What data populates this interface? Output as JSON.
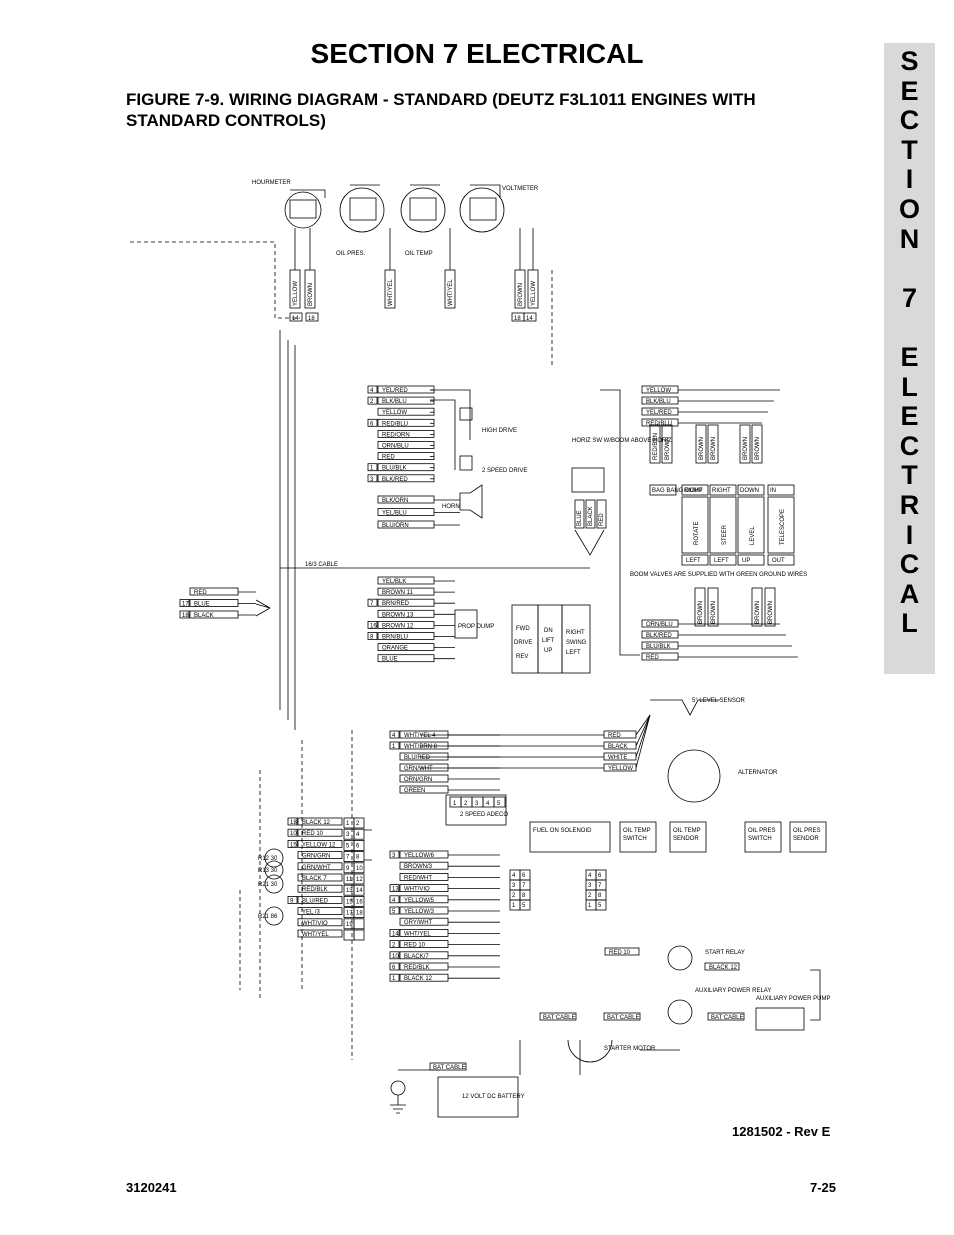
{
  "header": {
    "section_title": "SECTION 7  ELECTRICAL",
    "figure_caption": "FIGURE 7-9.    WIRING DIAGRAM - STANDARD (DEUTZ F3L1011 ENGINES WITH STANDARD CONTROLS)"
  },
  "side_tab": {
    "letters": [
      "S",
      "E",
      "C",
      "T",
      "I",
      "O",
      "N",
      "",
      "7",
      "",
      "E",
      "L",
      "E",
      "C",
      "T",
      "R",
      "I",
      "C",
      "A",
      "L"
    ]
  },
  "diagram": {
    "gauges": {
      "hourmeter": "HOURMETER",
      "voltmeter": "VOLTMETER",
      "oil_pres": "OIL PRES.",
      "oil_temp": "OIL TEMP"
    },
    "gauge_wires": [
      "YELLOW",
      "BROWN",
      "WHT/YEL",
      "WHT/YEL",
      "BROWN",
      "YELLOW"
    ],
    "gauge_terminals": [
      "14",
      "18",
      "18",
      "14"
    ],
    "upper_left_wires": [
      {
        "num": "4",
        "label": "YEL/RED"
      },
      {
        "num": "2",
        "label": "BLK/BLU"
      },
      {
        "num": "",
        "label": "YELLOW"
      },
      {
        "num": "6",
        "label": "RED/BLU"
      },
      {
        "num": "",
        "label": "RED/ORN"
      },
      {
        "num": "",
        "label": "ORN/BLU"
      },
      {
        "num": "",
        "label": "RED"
      },
      {
        "num": "1",
        "label": "BLU/BLK"
      },
      {
        "num": "3",
        "label": "BLK/RED"
      }
    ],
    "drive_labels": {
      "high_drive": "HIGH DRIVE",
      "two_speed": "2 SPEED DRIVE",
      "horn": "HORN"
    },
    "mid_wires": [
      {
        "num": "",
        "label": "BLK/ORN"
      },
      {
        "num": "",
        "label": "YEL/BLU"
      },
      {
        "num": "",
        "label": "BLU/ORN"
      }
    ],
    "cable_label": "16/3 CABLE",
    "rgb_wires": [
      {
        "num": "",
        "label": "RED"
      },
      {
        "num": "17",
        "label": "BLUE"
      },
      {
        "num": "18",
        "label": "BLACK"
      }
    ],
    "lower_left_wires": [
      {
        "num": "",
        "label": "YEL/BLK"
      },
      {
        "num": "",
        "label": "BROWN 11"
      },
      {
        "num": "7",
        "label": "BRN/RED"
      },
      {
        "num": "",
        "label": "BROWN 13"
      },
      {
        "num": "16",
        "label": "BROWN 12"
      },
      {
        "num": "8",
        "label": "BRN/BLU"
      },
      {
        "num": "",
        "label": "ORANGE"
      },
      {
        "num": "",
        "label": "BLUE"
      }
    ],
    "prop_dump": "PROP DUMP",
    "drive_switch": {
      "fwd": "FWD",
      "drive": "DRIVE",
      "rev": "REV",
      "dn": "DN",
      "lift": "LIFT",
      "up": "UP",
      "right": "RIGHT",
      "swing": "SWING",
      "left": "LEFT"
    },
    "right_wires": [
      "YELLOW",
      "BLK/BLU",
      "YEL/RED",
      "RED/BLU"
    ],
    "horiz_sw": "HORIZ SW W/BOOM ABOVE HORIZ",
    "horiz_wires": [
      "BLUE",
      "BLACK",
      "RED"
    ],
    "valve_top_wires": [
      "RED/BRN",
      "BROWN",
      "BROWN",
      "BROWN",
      "BROWN",
      "BROWN"
    ],
    "valves_top": [
      "BAG BANG DUMP",
      "RIGHT",
      "RIGHT",
      "DOWN",
      "IN"
    ],
    "valves_mid": [
      "ROTATE",
      "STEER",
      "LEVEL",
      "TELESCOPE"
    ],
    "valves_bottom": [
      "LEFT",
      "LEFT",
      "UP",
      "OUT"
    ],
    "valve_note": "BOOM VALVES ARE SUPPLIED WITH GREEN GROUND WIRES",
    "valve_bottom_wires": [
      "BROWN",
      "BROWN",
      "BROWN",
      "BROWN"
    ],
    "bottom_right_wires": [
      "ORN/BLU",
      "BLK/RED",
      "BLU/BLK",
      "RED"
    ],
    "level_sensor": "5° LEVEL SENSOR",
    "level_wires": [
      "RED",
      "BLACK",
      "WHITE",
      "YELLOW"
    ],
    "ground_wires": [
      {
        "num": "4",
        "label": "WHT/YEL 4"
      },
      {
        "num": "1",
        "label": "WHT/BRN 8"
      },
      {
        "num": "",
        "label": "BLU/RED"
      },
      {
        "num": "",
        "label": "GRN/WHT"
      },
      {
        "num": "",
        "label": "ORN/GRN"
      },
      {
        "num": "",
        "label": "GREEN"
      }
    ],
    "two_speed_adeco": "2 SPEED ADECO",
    "adeco_pins": [
      "1",
      "2",
      "3",
      "4",
      "5"
    ],
    "alternator": "ALTERNATOR",
    "components": [
      "FUEL ON SOLENOID",
      "OIL TEMP SWITCH",
      "OIL TEMP SENDOR",
      "OIL PRES SWITCH",
      "OIL PRES SENDOR"
    ],
    "terminal_left": [
      {
        "num": "18",
        "label": "BLACK 12"
      },
      {
        "num": "10",
        "label": "RED 10"
      },
      {
        "num": "15",
        "label": "YELLOW 12"
      },
      {
        "num": "",
        "label": "GRN/GRN"
      },
      {
        "num": "",
        "label": "GRN/WHT"
      },
      {
        "num": "",
        "label": "BLACK 7"
      },
      {
        "num": "",
        "label": "RED/BLK"
      },
      {
        "num": "9",
        "label": "BLU/RED"
      },
      {
        "num": "",
        "label": "YEL /3"
      },
      {
        "num": "",
        "label": "WHT/VIO"
      },
      {
        "num": "",
        "label": "WHT/YEL"
      }
    ],
    "terminal_numbers": [
      "1",
      "2",
      "3",
      "4",
      "5",
      "6",
      "7",
      "8",
      "9",
      "10",
      "11",
      "12",
      "13",
      "14",
      "15",
      "16",
      "17",
      "18",
      "19"
    ],
    "relay_labels": [
      "R12 30",
      "R13 30",
      "R21 30",
      "R21 86"
    ],
    "terminal_right": [
      {
        "num": "3",
        "label": "YELLOW/6"
      },
      {
        "num": "",
        "label": "BROWN/3"
      },
      {
        "num": "",
        "label": "RED/WHT"
      },
      {
        "num": "13",
        "label": "WHT/VIO"
      },
      {
        "num": "4",
        "label": "YELLOW/5"
      },
      {
        "num": "5",
        "label": "YELLOW/3"
      },
      {
        "num": "",
        "label": "GRY/WHT"
      },
      {
        "num": "14",
        "label": "WHT/YEL"
      },
      {
        "num": "2",
        "label": "RED 10"
      },
      {
        "num": "10",
        "label": "BLACK/7"
      },
      {
        "num": "6",
        "label": "RED/BLK"
      },
      {
        "num": "1",
        "label": "BLACK 12"
      }
    ],
    "plug_pins": [
      "4",
      "6",
      "3",
      "7",
      "2",
      "8",
      "1",
      "5"
    ],
    "start_relay": "START RELAY",
    "start_wires": [
      "RED 10",
      "BLACK 12"
    ],
    "aux_relay": "AUXILIARY POWER RELAY",
    "aux_pump": "AUXILIARY POWER PUMP",
    "bat_cables": [
      "BAT CABLE",
      "BAT CABLE",
      "BAT CABLE",
      "BAT CABLE"
    ],
    "starter_motor": "STARTER MOTOR",
    "battery": "12 VOLT DC BATTERY"
  },
  "footer": {
    "revision": "1281502 - Rev E",
    "doc_number": "3120241",
    "page_number": "7-25"
  }
}
